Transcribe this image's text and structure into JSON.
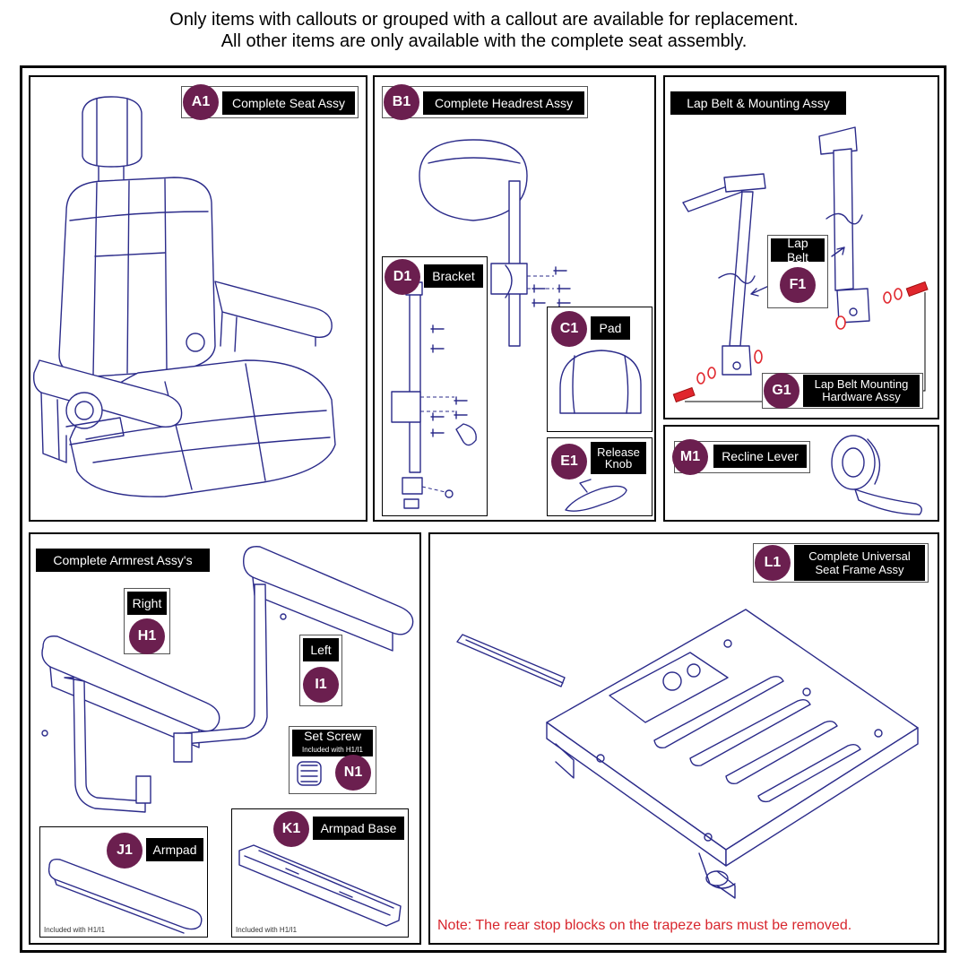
{
  "header": {
    "line1": "Only items with callouts or grouped with a callout are available for replacement.",
    "line2": "All other items are only available with the complete seat assembly."
  },
  "colors": {
    "badge": "#6b1f4f",
    "note": "#d8262d",
    "line": "#2b2b8a"
  },
  "callouts": {
    "a1": {
      "code": "A1",
      "label": "Complete Seat Assy"
    },
    "b1": {
      "code": "B1",
      "label": "Complete Headrest Assy"
    },
    "lap_mount": {
      "label": "Lap Belt & Mounting Assy"
    },
    "d1": {
      "code": "D1",
      "label": "Bracket"
    },
    "c1": {
      "code": "C1",
      "label": "Pad"
    },
    "e1": {
      "code": "E1",
      "label": "Release Knob"
    },
    "f1": {
      "code": "F1",
      "label": "Lap Belt"
    },
    "g1": {
      "code": "G1",
      "label": "Lap Belt Mounting Hardware Assy"
    },
    "m1": {
      "code": "M1",
      "label": "Recline Lever"
    },
    "armrests": {
      "label": "Complete Armrest Assy's"
    },
    "h1": {
      "code": "H1",
      "label": "Right"
    },
    "i1": {
      "code": "I1",
      "label": "Left"
    },
    "n1": {
      "code": "N1",
      "label": "Set Screw",
      "sublabel": "Included with H1/I1"
    },
    "j1": {
      "code": "J1",
      "label": "Armpad",
      "footnote": "Included with H1/I1"
    },
    "k1": {
      "code": "K1",
      "label": "Armpad Base",
      "footnote": "Included with H1/I1"
    },
    "l1": {
      "code": "L1",
      "label": "Complete Universal Seat Frame Assy"
    }
  },
  "note": "Note: The rear stop blocks on the trapeze bars must be removed."
}
